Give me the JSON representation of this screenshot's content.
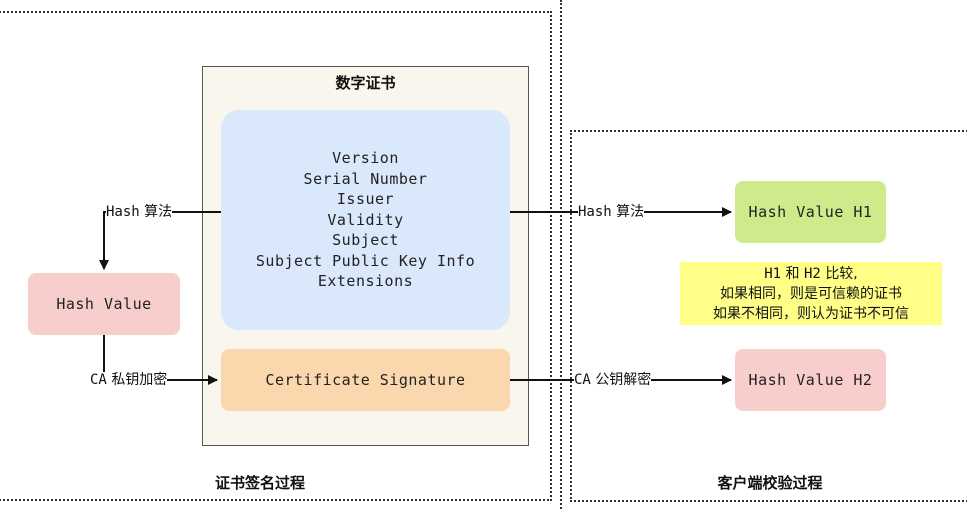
{
  "certificate": {
    "title": "数字证书",
    "fields": [
      "Version",
      "Serial Number",
      "Issuer",
      "Validity",
      "Subject",
      "Subject Public Key Info",
      "Extensions"
    ],
    "signature": "Certificate Signature"
  },
  "signing": {
    "title": "证书签名过程",
    "hash_label_prefix": "Hash",
    "hash_label_suffix": "算法",
    "hash_value": "Hash Value",
    "ca_label_prefix": "CA",
    "ca_label_suffix": "私钥加密"
  },
  "verification": {
    "title": "客户端校验过程",
    "hash_label_prefix": "Hash",
    "hash_label_suffix": "算法",
    "h1": "Hash Value H1",
    "ca_label_prefix": "CA",
    "ca_label_suffix": "公钥解密",
    "h2": "Hash Value H2",
    "compare_line1_a": "H1",
    "compare_line1_b": "和",
    "compare_line1_c": "H2",
    "compare_line1_d": "比较,",
    "compare_line2": "如果相同，则是可信赖的证书",
    "compare_line3": "如果不相同，则认为证书不可信"
  },
  "colors": {
    "certificate_bg": "#f9f7ed",
    "fields_bg": "#dae8fc",
    "signature_bg": "#fad7ac",
    "hash_value_bg": "#f8cecc",
    "h1_bg": "#cdeb8b",
    "note_bg": "#ffff88"
  }
}
